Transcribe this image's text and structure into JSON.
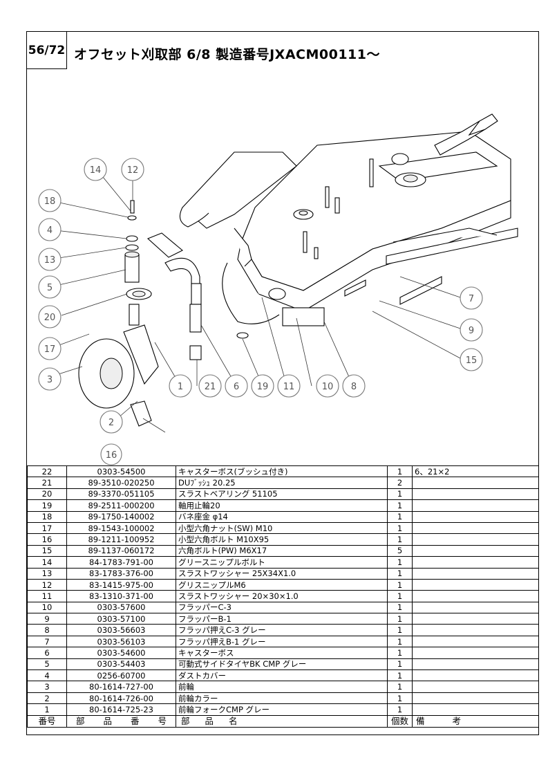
{
  "page_number": "56/72",
  "title": "オフセット刈取部  6/8  製造番号JXACM00111～",
  "callouts": [
    "14",
    "12",
    "18",
    "4",
    "13",
    "5",
    "20",
    "17",
    "3",
    "1",
    "21",
    "6",
    "19",
    "11",
    "10",
    "8",
    "7",
    "9",
    "15",
    "2",
    "16"
  ],
  "table": {
    "headers": {
      "no": "番号",
      "part_number": [
        "部",
        "品",
        "番",
        "号"
      ],
      "part_name": [
        "部",
        "品",
        "名"
      ],
      "qty": "個数",
      "remarks": [
        "備",
        "考"
      ]
    },
    "rows": [
      {
        "no": "22",
        "part_number": "0303-54500",
        "name": "キャスターボス(ブッシュ付き)",
        "qty": "1",
        "remarks": "6、21×2"
      },
      {
        "no": "21",
        "part_number": "89-3510-020250",
        "name": "DUﾌﾞｯｼｭ 20.25",
        "qty": "2",
        "remarks": ""
      },
      {
        "no": "20",
        "part_number": "89-3370-051105",
        "name": "スラストベアリング 51105",
        "qty": "1",
        "remarks": ""
      },
      {
        "no": "19",
        "part_number": "89-2511-000200",
        "name": "軸用止輪20",
        "qty": "1",
        "remarks": ""
      },
      {
        "no": "18",
        "part_number": "89-1750-140002",
        "name": "バネ座金  φ14",
        "qty": "1",
        "remarks": ""
      },
      {
        "no": "17",
        "part_number": "89-1543-100002",
        "name": "小型六角ナット(SW)  M10",
        "qty": "1",
        "remarks": ""
      },
      {
        "no": "16",
        "part_number": "89-1211-100952",
        "name": "小型六角ボルト  M10X95",
        "qty": "1",
        "remarks": ""
      },
      {
        "no": "15",
        "part_number": "89-1137-060172",
        "name": "六角ボルト(PW)  M6X17",
        "qty": "5",
        "remarks": ""
      },
      {
        "no": "14",
        "part_number": "84-1783-791-00",
        "name": "グリースニップルボルト",
        "qty": "1",
        "remarks": ""
      },
      {
        "no": "13",
        "part_number": "83-1783-376-00",
        "name": "スラストワッシャー 25X34X1.0",
        "qty": "1",
        "remarks": ""
      },
      {
        "no": "12",
        "part_number": "83-1415-975-00",
        "name": "グリスニップルM6",
        "qty": "1",
        "remarks": ""
      },
      {
        "no": "11",
        "part_number": "83-1310-371-00",
        "name": "スラストワッシャー 20×30×1.0",
        "qty": "1",
        "remarks": ""
      },
      {
        "no": "10",
        "part_number": "0303-57600",
        "name": "フラッパーC-3",
        "qty": "1",
        "remarks": ""
      },
      {
        "no": "9",
        "part_number": "0303-57100",
        "name": "フラッパーB-1",
        "qty": "1",
        "remarks": ""
      },
      {
        "no": "8",
        "part_number": "0303-56603",
        "name": "フラッパ押えC-3  グレー",
        "qty": "1",
        "remarks": ""
      },
      {
        "no": "7",
        "part_number": "0303-56103",
        "name": "フラッパ押えB-1  グレー",
        "qty": "1",
        "remarks": ""
      },
      {
        "no": "6",
        "part_number": "0303-54600",
        "name": "キャスターボス",
        "qty": "1",
        "remarks": ""
      },
      {
        "no": "5",
        "part_number": "0303-54403",
        "name": "可動式サイドタイヤBK CMP  グレー",
        "qty": "1",
        "remarks": ""
      },
      {
        "no": "4",
        "part_number": "0256-60700",
        "name": "ダストカバー",
        "qty": "1",
        "remarks": ""
      },
      {
        "no": "3",
        "part_number": "80-1614-727-00",
        "name": "前輪",
        "qty": "1",
        "remarks": ""
      },
      {
        "no": "2",
        "part_number": "80-1614-726-00",
        "name": "前輪カラー",
        "qty": "1",
        "remarks": ""
      },
      {
        "no": "1",
        "part_number": "80-1614-725-23",
        "name": "前輪フォークCMP  グレー",
        "qty": "1",
        "remarks": ""
      }
    ]
  }
}
